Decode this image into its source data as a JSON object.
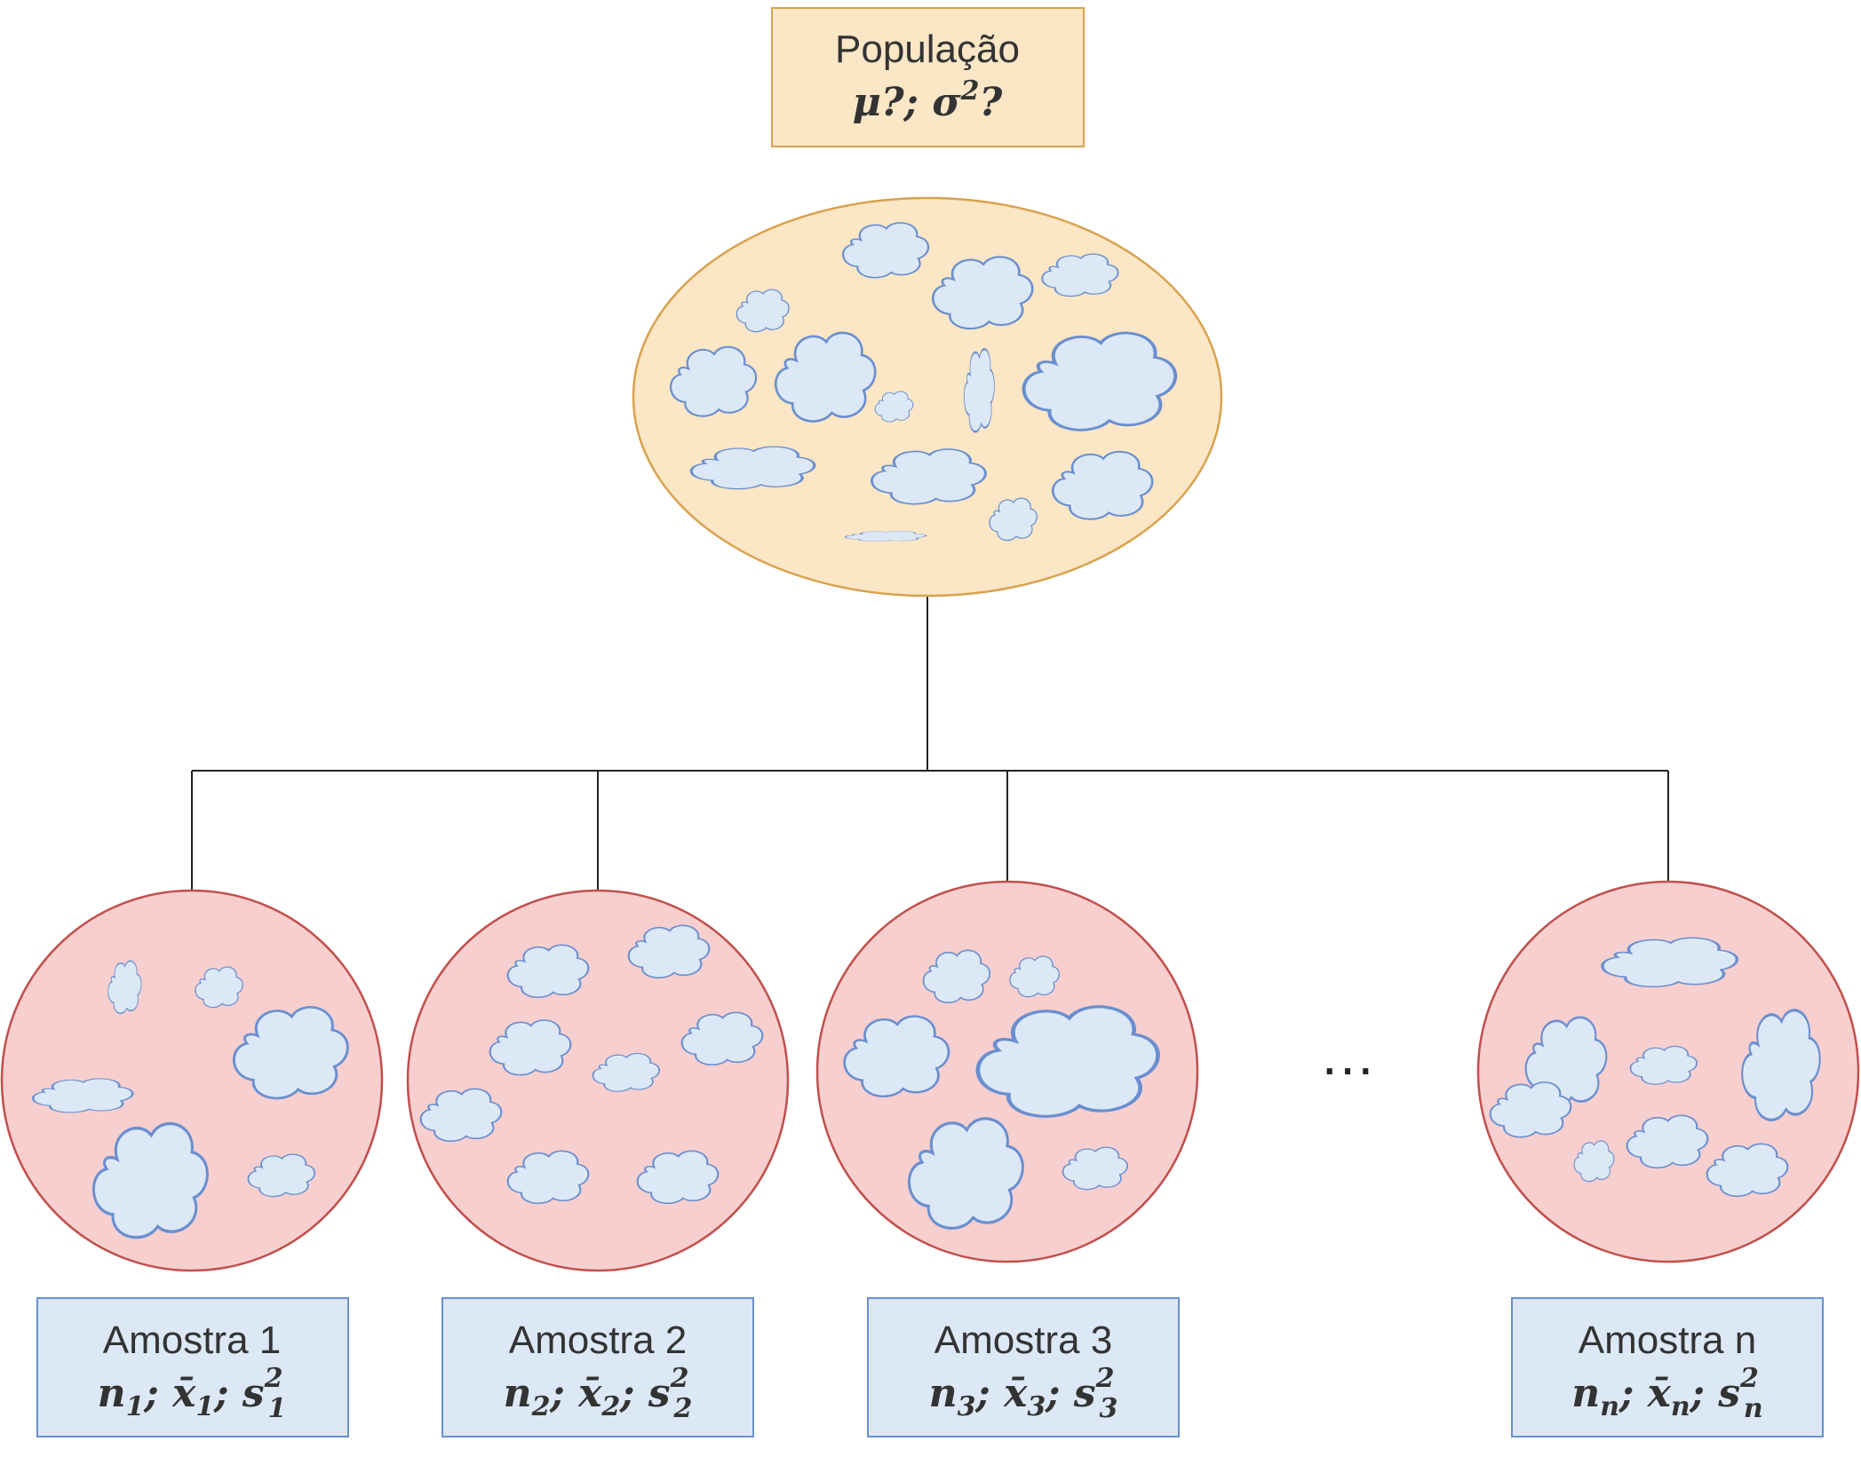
{
  "colors": {
    "population_fill": "#fbe6c6",
    "population_stroke": "#d9a24e",
    "sample_fill": "#f7cfcf",
    "sample_stroke": "#c0504d",
    "cloud_fill": "#dce8f5",
    "cloud_stroke": "#6a8fcf",
    "label_box_fill": "#dce8f5",
    "label_box_stroke": "#6a8fcf",
    "connector": "#222222"
  },
  "population": {
    "title": "População",
    "params": {
      "mu": "μ",
      "q1": "?; ",
      "sigma": "σ",
      "sigma_exp": "2",
      "q2": "?"
    }
  },
  "ellipsis": "…",
  "samples": [
    {
      "title": "Amostra 1",
      "n": "n",
      "n_sub": "1",
      "sep1": "; ",
      "x": "x̄",
      "x_sub": "1",
      "sep2": "; ",
      "s": "s",
      "s_sub": "1",
      "s_exp": "2"
    },
    {
      "title": "Amostra 2",
      "n": "n",
      "n_sub": "2",
      "sep1": "; ",
      "x": "x̄",
      "x_sub": "2",
      "sep2": "; ",
      "s": "s",
      "s_sub": "2",
      "s_exp": "2"
    },
    {
      "title": "Amostra 3",
      "n": "n",
      "n_sub": "3",
      "sep1": "; ",
      "x": "x̄",
      "x_sub": "3",
      "sep2": "; ",
      "s": "s",
      "s_sub": "3",
      "s_exp": "2"
    },
    {
      "title": "Amostra n",
      "n": "n",
      "n_sub": "n",
      "sep1": "; ",
      "x": "x̄",
      "x_sub": "n",
      "sep2": "; ",
      "s": "s",
      "s_sub": "n",
      "s_exp": "2"
    }
  ]
}
